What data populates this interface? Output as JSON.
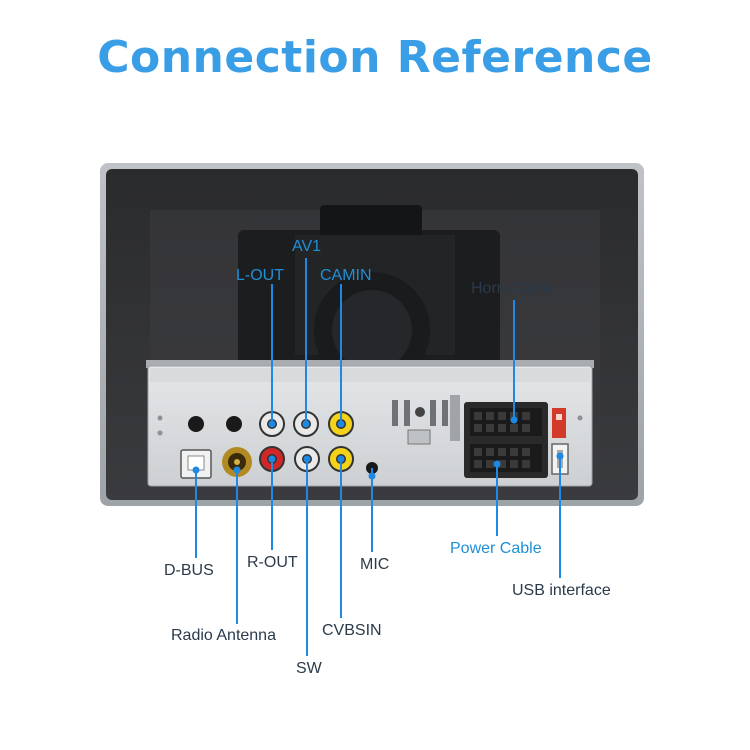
{
  "title": "Connection Reference",
  "labels": {
    "av1": "AV1",
    "l_out": "L-OUT",
    "camin": "CAMIN",
    "horn_cable": "Horn Cable",
    "d_bus": "D-BUS",
    "r_out": "R-OUT",
    "mic": "MIC",
    "power_cable": "Power Cable",
    "usb_interface": "USB interface",
    "radio_antenna": "Radio Antenna",
    "cvbsin": "CVBSIN",
    "sw": "SW"
  },
  "colors": {
    "title": "#3a9ee6",
    "label_blue": "#1f8fd8",
    "label_dark": "#2b3a4a",
    "leader": "#1e88e5"
  }
}
